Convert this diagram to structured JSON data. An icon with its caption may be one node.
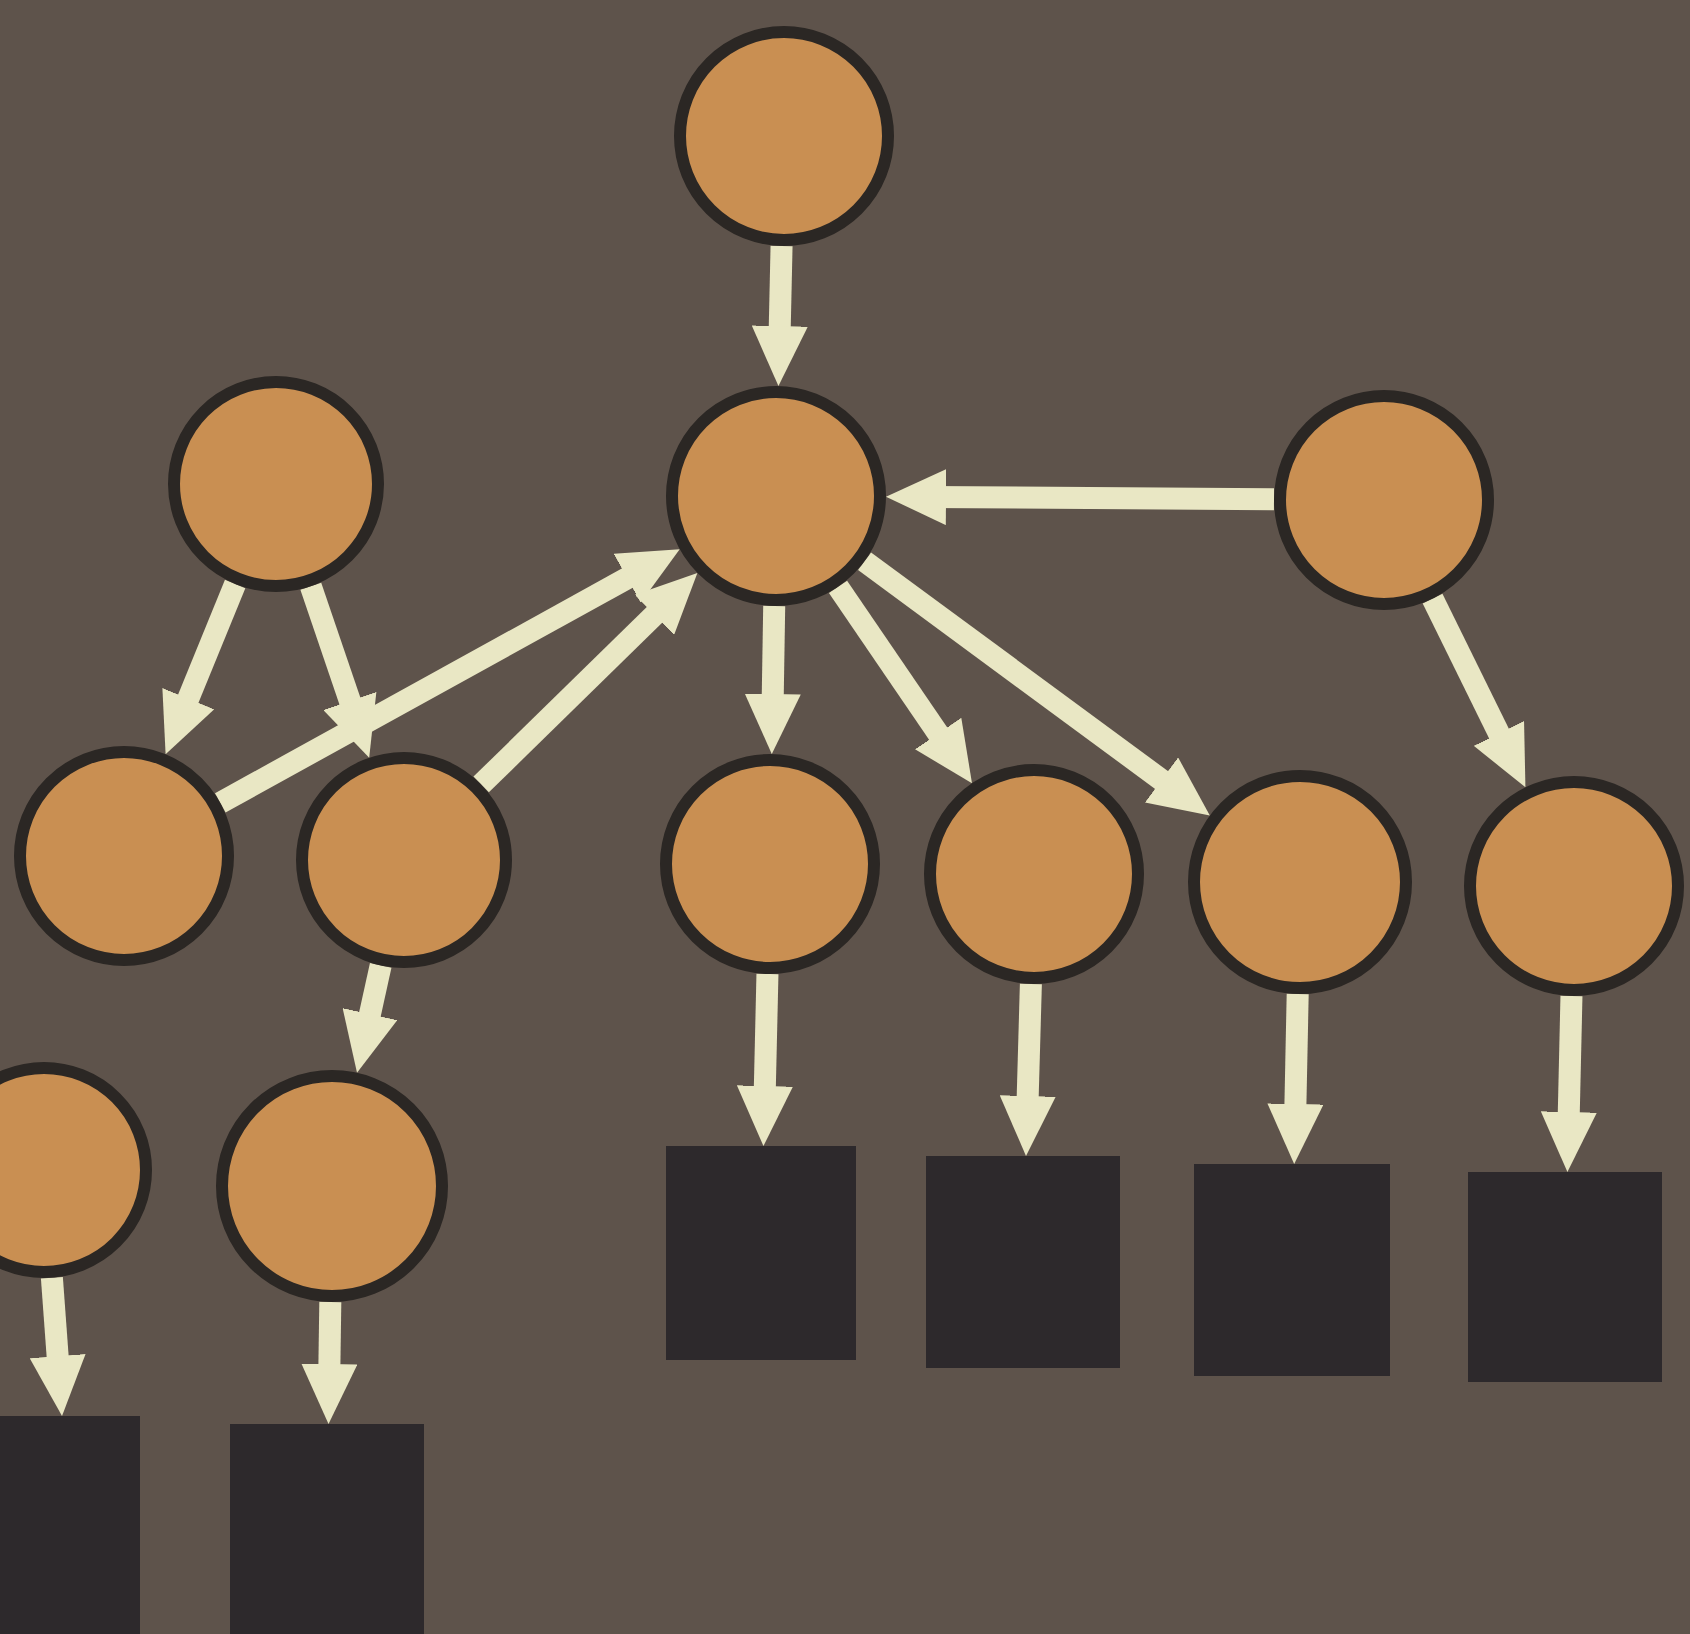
{
  "diagram": {
    "nodes": [
      {
        "text": [],
        "shape": "circle"
      },
      {
        "text": [],
        "shape": "circle"
      },
      {
        "text": [],
        "shape": "circle"
      },
      {
        "text": [],
        "shape": "circle"
      },
      {
        "text": [],
        "shape": "circle"
      },
      {
        "text": [],
        "shape": "circle"
      },
      {
        "text": [],
        "shape": "circle"
      },
      {
        "text": [],
        "shape": "circle"
      },
      {
        "text": [],
        "shape": "circle"
      },
      {
        "text": [],
        "shape": "circle"
      },
      {
        "text": [],
        "shape": "circle"
      },
      {
        "text": [],
        "shape": "circle"
      },
      {
        "text": [],
        "shape": "box"
      },
      {
        "text": [],
        "shape": "box"
      },
      {
        "text": [],
        "shape": "box"
      },
      {
        "text": [],
        "shape": "box"
      },
      {
        "text": [],
        "shape": "box"
      },
      {
        "text": [],
        "shape": "box"
      }
    ],
    "edges": [
      {
        "from": 0,
        "to": 2,
        "arrow": "to"
      },
      {
        "from": 3,
        "to": 2,
        "arrow": "to"
      },
      {
        "from": 1,
        "to": 4,
        "arrow": "to"
      },
      {
        "from": 1,
        "to": 5,
        "arrow": "to"
      },
      {
        "from": 4,
        "to": 2,
        "arrow": "to"
      },
      {
        "from": 5,
        "to": 2,
        "arrow": "to"
      },
      {
        "from": 2,
        "to": 6,
        "arrow": "to"
      },
      {
        "from": 2,
        "to": 7,
        "arrow": "to"
      },
      {
        "from": 2,
        "to": 8,
        "arrow": "to"
      },
      {
        "from": 3,
        "to": 9,
        "arrow": "to"
      },
      {
        "from": 6,
        "to": 12,
        "arrow": "to"
      },
      {
        "from": 7,
        "to": 13,
        "arrow": "to"
      },
      {
        "from": 8,
        "to": 14,
        "arrow": "to"
      },
      {
        "from": 9,
        "to": 15,
        "arrow": "to"
      },
      {
        "from": 5,
        "to": 11,
        "arrow": "to"
      },
      {
        "from": 10,
        "to": 16,
        "arrow": "to"
      },
      {
        "from": 11,
        "to": 17,
        "arrow": "to"
      }
    ]
  }
}
